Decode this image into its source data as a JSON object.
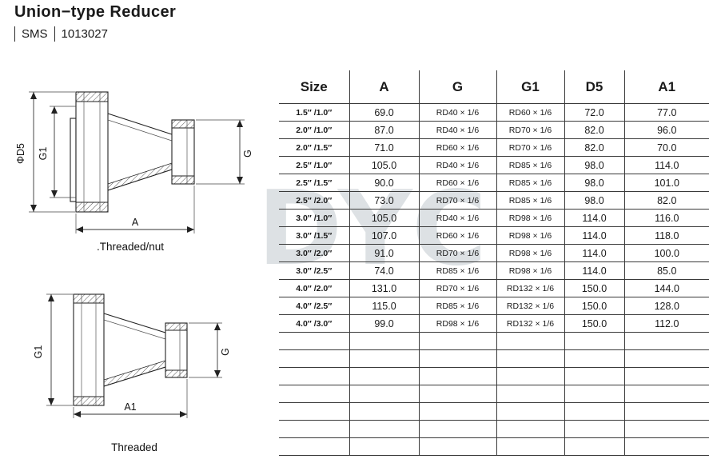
{
  "header": {
    "title": "Union−type Reducer",
    "standard": "SMS",
    "code": "1013027"
  },
  "watermark": "DYC",
  "drawings": {
    "top": {
      "caption": ".Threaded/nut",
      "labels": {
        "d5": "ΦD5",
        "g1": "G1",
        "g": "G",
        "a": "A"
      }
    },
    "bottom": {
      "caption": "Threaded",
      "labels": {
        "g1": "G1",
        "g": "G",
        "a1": "A1"
      }
    }
  },
  "table": {
    "columns": [
      "Size",
      "A",
      "G",
      "G1",
      "D5",
      "A1"
    ],
    "rows": [
      [
        "1.5″ /1.0″",
        "69.0",
        "RD40 × 1/6",
        "RD60 × 1/6",
        "72.0",
        "77.0"
      ],
      [
        "2.0″ /1.0″",
        "87.0",
        "RD40 × 1/6",
        "RD70 × 1/6",
        "82.0",
        "96.0"
      ],
      [
        "2.0″ /1.5″",
        "71.0",
        "RD60 × 1/6",
        "RD70 × 1/6",
        "82.0",
        "70.0"
      ],
      [
        "2.5″ /1.0″",
        "105.0",
        "RD40 × 1/6",
        "RD85 × 1/6",
        "98.0",
        "114.0"
      ],
      [
        "2.5″ /1.5″",
        "90.0",
        "RD60 × 1/6",
        "RD85 × 1/6",
        "98.0",
        "101.0"
      ],
      [
        "2.5″ /2.0″",
        "73.0",
        "RD70 × 1/6",
        "RD85 × 1/6",
        "98.0",
        "82.0"
      ],
      [
        "3.0″ /1.0″",
        "105.0",
        "RD40 × 1/6",
        "RD98 × 1/6",
        "114.0",
        "116.0"
      ],
      [
        "3.0″ /1.5″",
        "107.0",
        "RD60 × 1/6",
        "RD98 × 1/6",
        "114.0",
        "118.0"
      ],
      [
        "3.0″ /2.0″",
        "91.0",
        "RD70 × 1/6",
        "RD98 × 1/6",
        "114.0",
        "100.0"
      ],
      [
        "3.0″ /2.5″",
        "74.0",
        "RD85 × 1/6",
        "RD98 × 1/6",
        "114.0",
        "85.0"
      ],
      [
        "4.0″ /2.0″",
        "131.0",
        "RD70 × 1/6",
        "RD132 × 1/6",
        "150.0",
        "144.0"
      ],
      [
        "4.0″ /2.5″",
        "115.0",
        "RD85 × 1/6",
        "RD132 × 1/6",
        "150.0",
        "128.0"
      ],
      [
        "4.0″ /3.0″",
        "99.0",
        "RD98 × 1/6",
        "RD132 × 1/6",
        "150.0",
        "112.0"
      ]
    ],
    "empty_rows": 7
  }
}
